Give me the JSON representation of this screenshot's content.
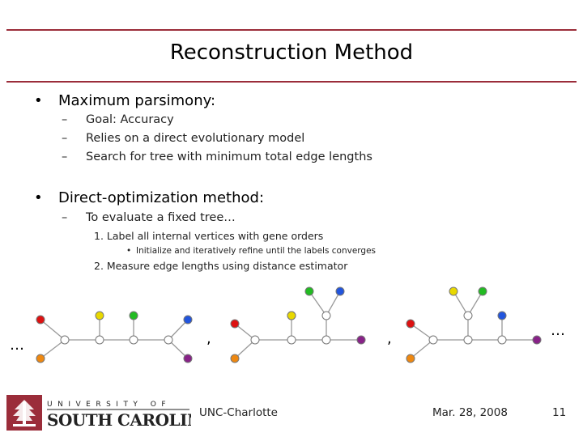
{
  "slide": {
    "title": "Reconstruction Method",
    "bullets": [
      {
        "text": "Maximum parsimony:",
        "subs": [
          "Goal: Accuracy",
          "Relies on a direct evolutionary model",
          "Search for tree with minimum total edge lengths"
        ]
      },
      {
        "text": "Direct-optimization method:",
        "subs": [
          "To evaluate a fixed tree…"
        ],
        "steps": [
          "1. Label all internal vertices with gene orders",
          "2. Measure edge lengths using distance estimator"
        ],
        "step1_sub": "Initialize and iteratively refine until the labels converges"
      }
    ],
    "bullet_char": "•",
    "dash_char": "–",
    "sub_bullet_char": "•"
  },
  "figure": {
    "ellipsis": "…",
    "comma": ",",
    "colors": {
      "red": "#dd1111",
      "yellow": "#e8d800",
      "green": "#22bb22",
      "blue": "#2255dd",
      "orange": "#ee8811",
      "purple": "#882288",
      "internal": "#ffffff"
    }
  },
  "footer": {
    "university_top": "UNIVERSITY OF",
    "university_bottom": "SOUTH CAROLINA.",
    "event": "UNC-Charlotte",
    "date": "Mar. 28, 2008",
    "page": "11"
  }
}
